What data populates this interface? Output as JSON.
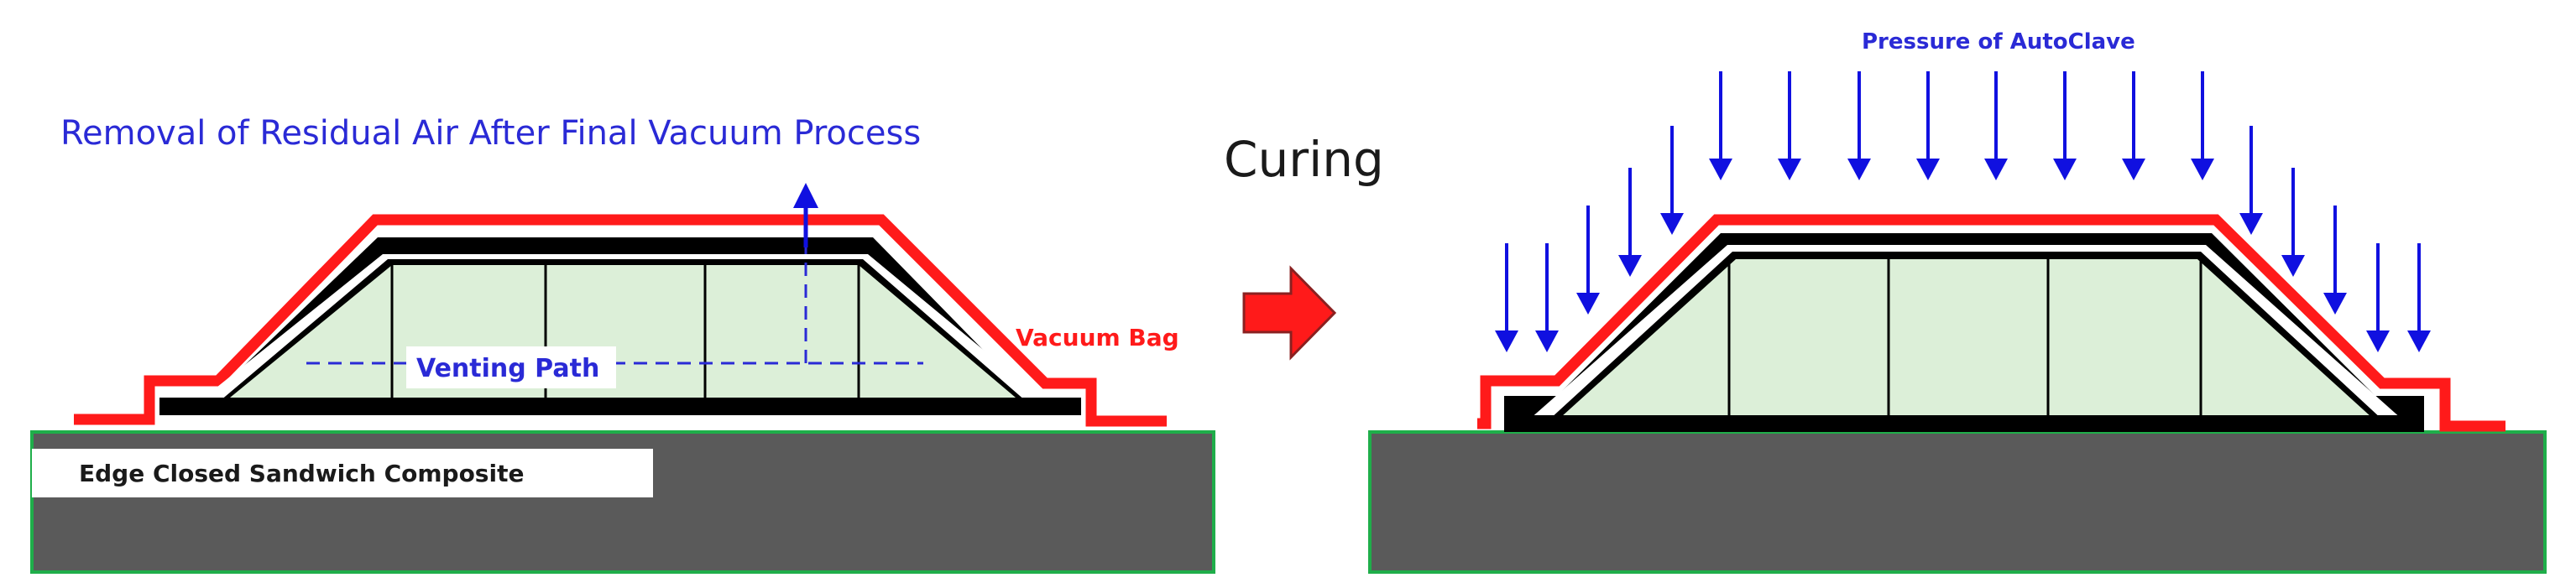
{
  "labels": {
    "removal_title": "Removal of Residual Air After Final Vacuum Process",
    "venting_path": "Venting Path",
    "vacuum_bag": "Vacuum Bag",
    "edge_closed": "Edge Closed  Sandwich Composite",
    "curing": "Curing",
    "pressure": "Pressure of AutoClave"
  },
  "colors": {
    "tool": "#5a5a5a",
    "tool_edge": "#1fae4a",
    "vacuum_bag": "#ff1a1a",
    "skin": "#000000",
    "core": "#dcefd8",
    "arrows": "#1010e0",
    "curing_arrow": "#ff1a1a"
  },
  "icons": {
    "process_arrow": "right-arrow-icon",
    "vent_arrow": "up-arrow-icon",
    "pressure_arrows": "down-arrow-icon"
  }
}
